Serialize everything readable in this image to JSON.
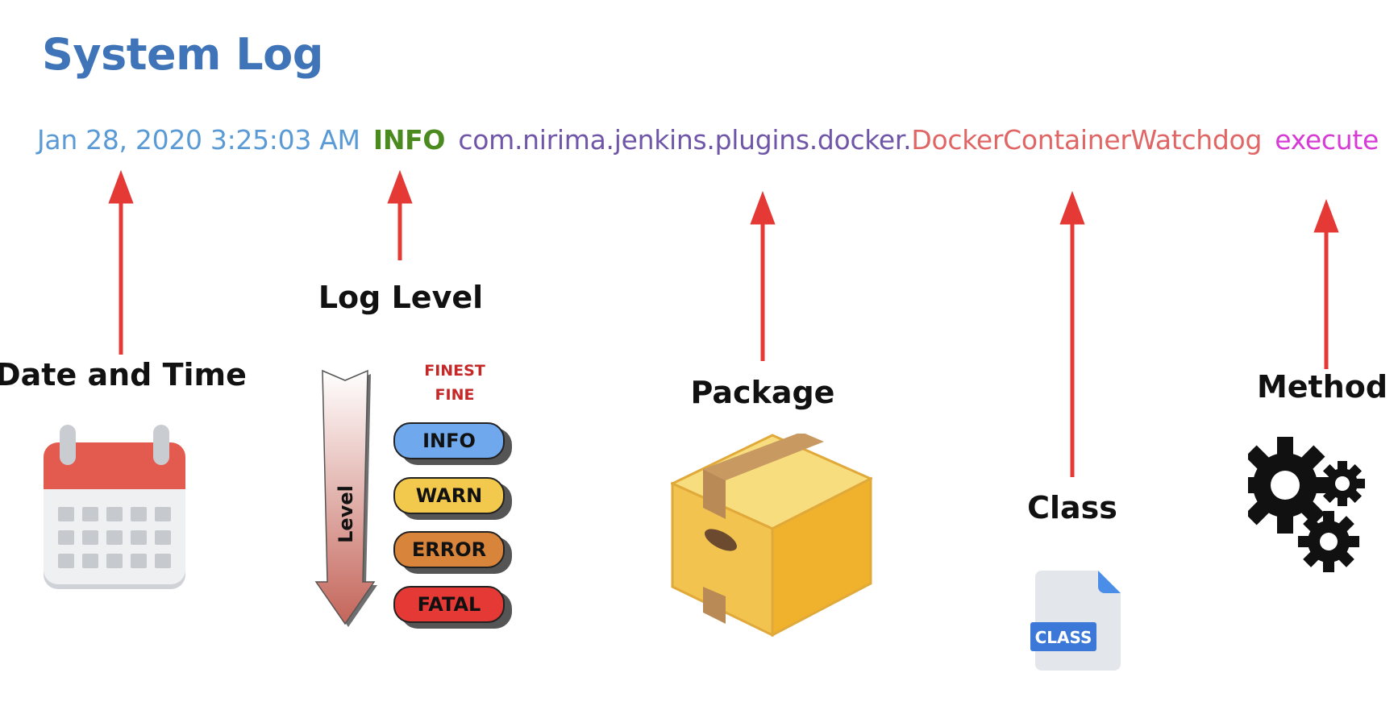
{
  "title": "System Log",
  "log_line": {
    "date_time": "Jan 28, 2020 3:25:03 AM",
    "level": "INFO",
    "package": "com.nirima.jenkins.plugins.docker.",
    "class_name": "DockerContainerWatchdog",
    "method": "execute",
    "colors": {
      "date_time": "#5b9bd5",
      "level": "#4a8a1f",
      "package": "#7056a8",
      "class_name": "#e06666",
      "method": "#d63bd6"
    }
  },
  "labels": {
    "date_time": "Date and Time",
    "log_level": "Log Level",
    "package": "Package",
    "class": "Class",
    "method": "Method"
  },
  "level_scale": {
    "arrow_label": "Level",
    "minor_levels": [
      "FINEST",
      "FINE"
    ],
    "pills": [
      {
        "label": "INFO",
        "color": "#6fa8ec"
      },
      {
        "label": "WARN",
        "color": "#f2c94c"
      },
      {
        "label": "ERROR",
        "color": "#d9843b"
      },
      {
        "label": "FATAL",
        "color": "#e53935"
      }
    ]
  },
  "class_icon_text": "CLASS",
  "icons": {
    "date_time": "calendar-icon",
    "package": "box-icon",
    "class": "class-file-icon",
    "method": "gears-icon"
  },
  "arrow_color": "#e53935"
}
